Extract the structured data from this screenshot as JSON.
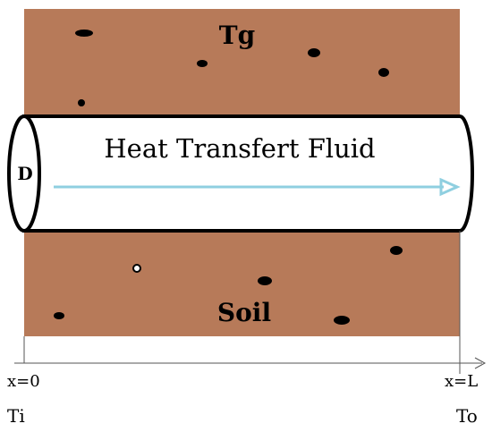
{
  "labels": {
    "top_region": "Tg",
    "bottom_region": "Soil",
    "fluid": "Heat Transfert Fluid",
    "diameter": "D",
    "x_start": "x=0",
    "x_end": "x=L",
    "temp_in": "Ti",
    "temp_out": "To"
  },
  "colors": {
    "soil": "#B77A59",
    "pipe_fill": "#ffffff",
    "pipe_outline": "#000000",
    "flow_arrow": "#8FCFE0",
    "particles": "#000000",
    "axis": "#555555"
  }
}
